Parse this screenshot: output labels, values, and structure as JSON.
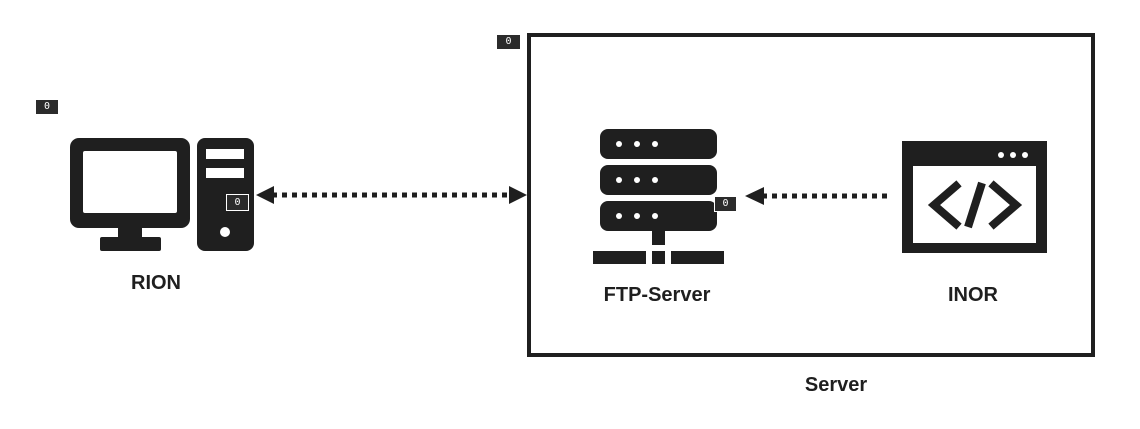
{
  "nodes": {
    "client": {
      "label": "RION",
      "badge": "0",
      "icon": "desktop-computer-icon"
    },
    "ftp": {
      "label": "FTP-Server",
      "icon": "server-rack-icon"
    },
    "app": {
      "label": "INOR",
      "icon": "code-window-icon"
    }
  },
  "badges": {
    "client_group": "0",
    "client_tower": "0",
    "server_group": "0",
    "ftp_port": "0"
  },
  "groups": {
    "server": {
      "label": "Server"
    }
  },
  "edges": [
    {
      "from": "client",
      "to": "server",
      "style": "dotted",
      "arrows": "both"
    },
    {
      "from": "app",
      "to": "ftp",
      "style": "dotted",
      "arrows": "end"
    }
  ],
  "colors": {
    "ink": "#1f1f1f",
    "badge_bg": "#2b2b2b",
    "background": "#ffffff"
  }
}
